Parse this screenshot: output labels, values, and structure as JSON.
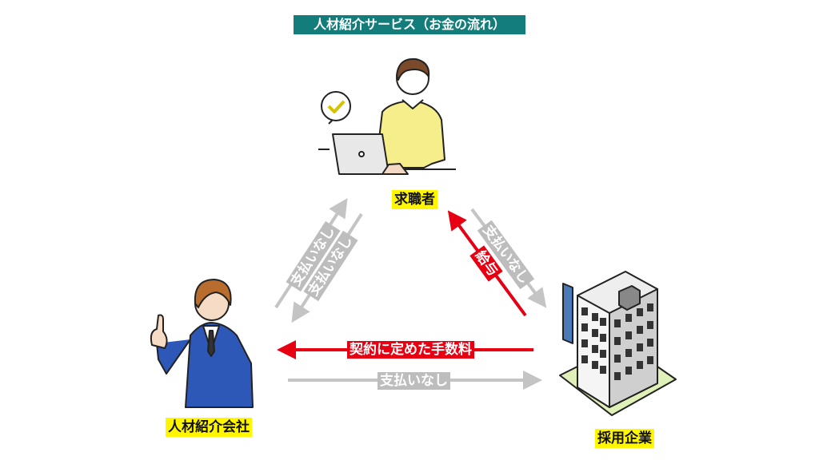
{
  "title": "人材紹介サービス（お金の流れ）",
  "nodes": {
    "job_seeker": "求職者",
    "agency": "人材紹介会社",
    "employer": "採用企業"
  },
  "flows": {
    "agency_to_seeker": "支払いなし",
    "seeker_to_agency": "支払いなし",
    "employer_to_seeker_salary": "給与",
    "seeker_to_employer": "支払いなし",
    "employer_to_agency_fee": "契約に定めた手数料",
    "agency_to_employer": "支払いなし"
  },
  "colors": {
    "title_bg": "#137d7b",
    "label_bg": "#fff600",
    "money": "#e60012",
    "none": "#bdbdbd"
  }
}
